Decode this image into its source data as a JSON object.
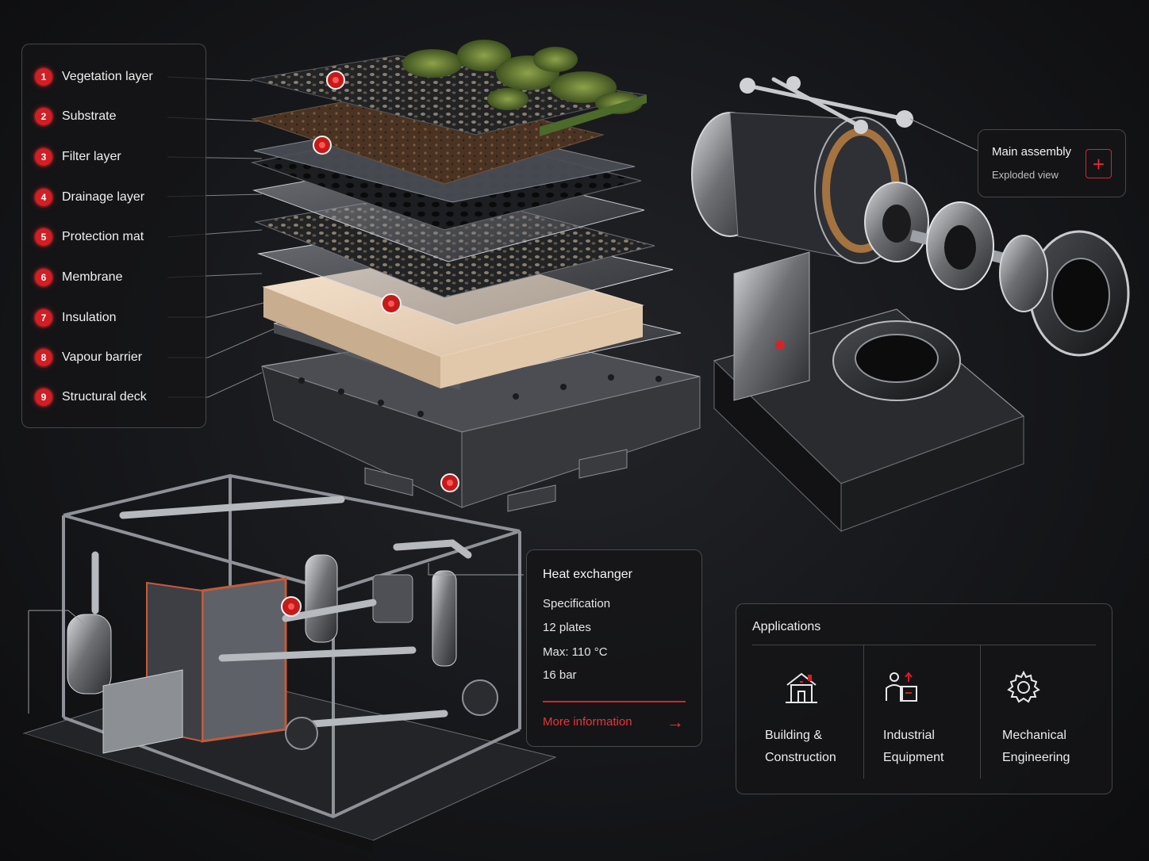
{
  "layers": [
    {
      "num": "1",
      "label": "Vegetation layer"
    },
    {
      "num": "2",
      "label": "Substrate"
    },
    {
      "num": "3",
      "label": "Filter layer"
    },
    {
      "num": "4",
      "label": "Drainage layer"
    },
    {
      "num": "5",
      "label": "Protection mat"
    },
    {
      "num": "6",
      "label": "Membrane"
    },
    {
      "num": "7",
      "label": "Insulation"
    },
    {
      "num": "8",
      "label": "Vapour barrier"
    },
    {
      "num": "9",
      "label": "Structural deck"
    }
  ],
  "assembly": {
    "title": "Main assembly",
    "subtitle": "Exploded view",
    "plus": "+"
  },
  "heat_exchanger": {
    "title": "Heat exchanger",
    "specs": [
      "Specification",
      "12 plates",
      "Max: 110 °C",
      "16 bar"
    ],
    "link": "More information",
    "arrow": "→"
  },
  "applications": {
    "title": "Applications",
    "items": [
      {
        "label": "Building &\nConstruction",
        "icon": "building-icon"
      },
      {
        "label": "Industrial\nEquipment",
        "icon": "industrial-workers-icon"
      },
      {
        "label": "Mechanical\nEngineering",
        "icon": "gear-icon"
      }
    ]
  },
  "colors": {
    "accent": "#d11f25",
    "background": "#16171a",
    "panel_border": "rgba(255,255,255,0.22)"
  }
}
